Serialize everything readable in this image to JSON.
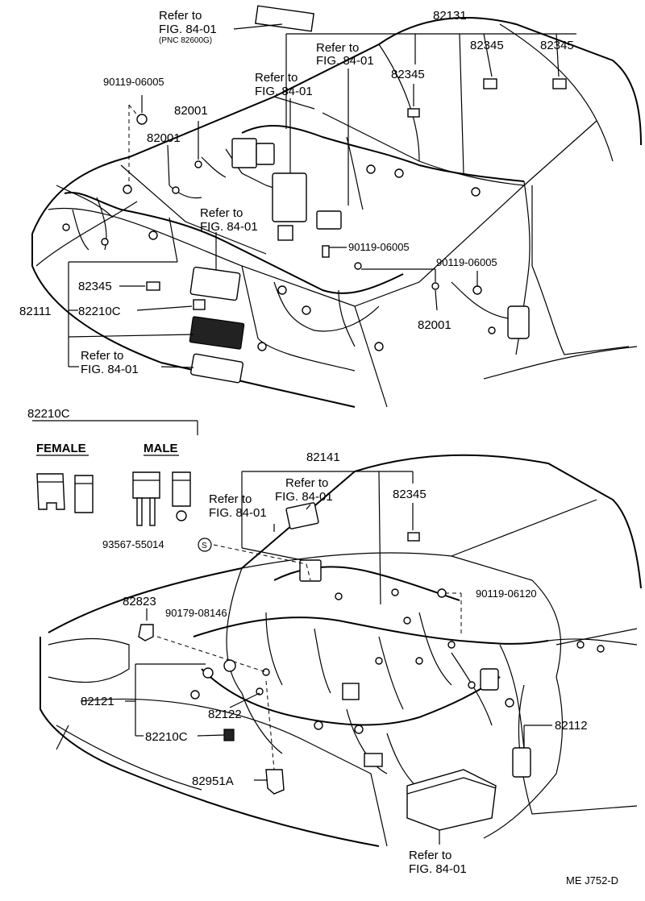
{
  "diagram_code": "ME J752-D",
  "refer_lines": [
    "Refer to",
    "FIG. 84-01"
  ],
  "pnc_note": "(PNC 82600G)",
  "parts": {
    "p82131": "82131",
    "p82345": "82345",
    "p90119_06005": "90119-06005",
    "p82001": "82001",
    "p82111": "82111",
    "p82210C": "82210C",
    "p82141": "82141",
    "p93567_55014": "93567-55014",
    "s_mark": "S",
    "p90119_06120": "90119-06120",
    "p82823": "82823",
    "p90179_08146": "90179-08146",
    "p82121": "82121",
    "p82122": "82122",
    "p82112": "82112",
    "p82951A": "82951A"
  },
  "fuse_detail": {
    "title": "82210C",
    "female": "FEMALE",
    "male": "MALE"
  }
}
